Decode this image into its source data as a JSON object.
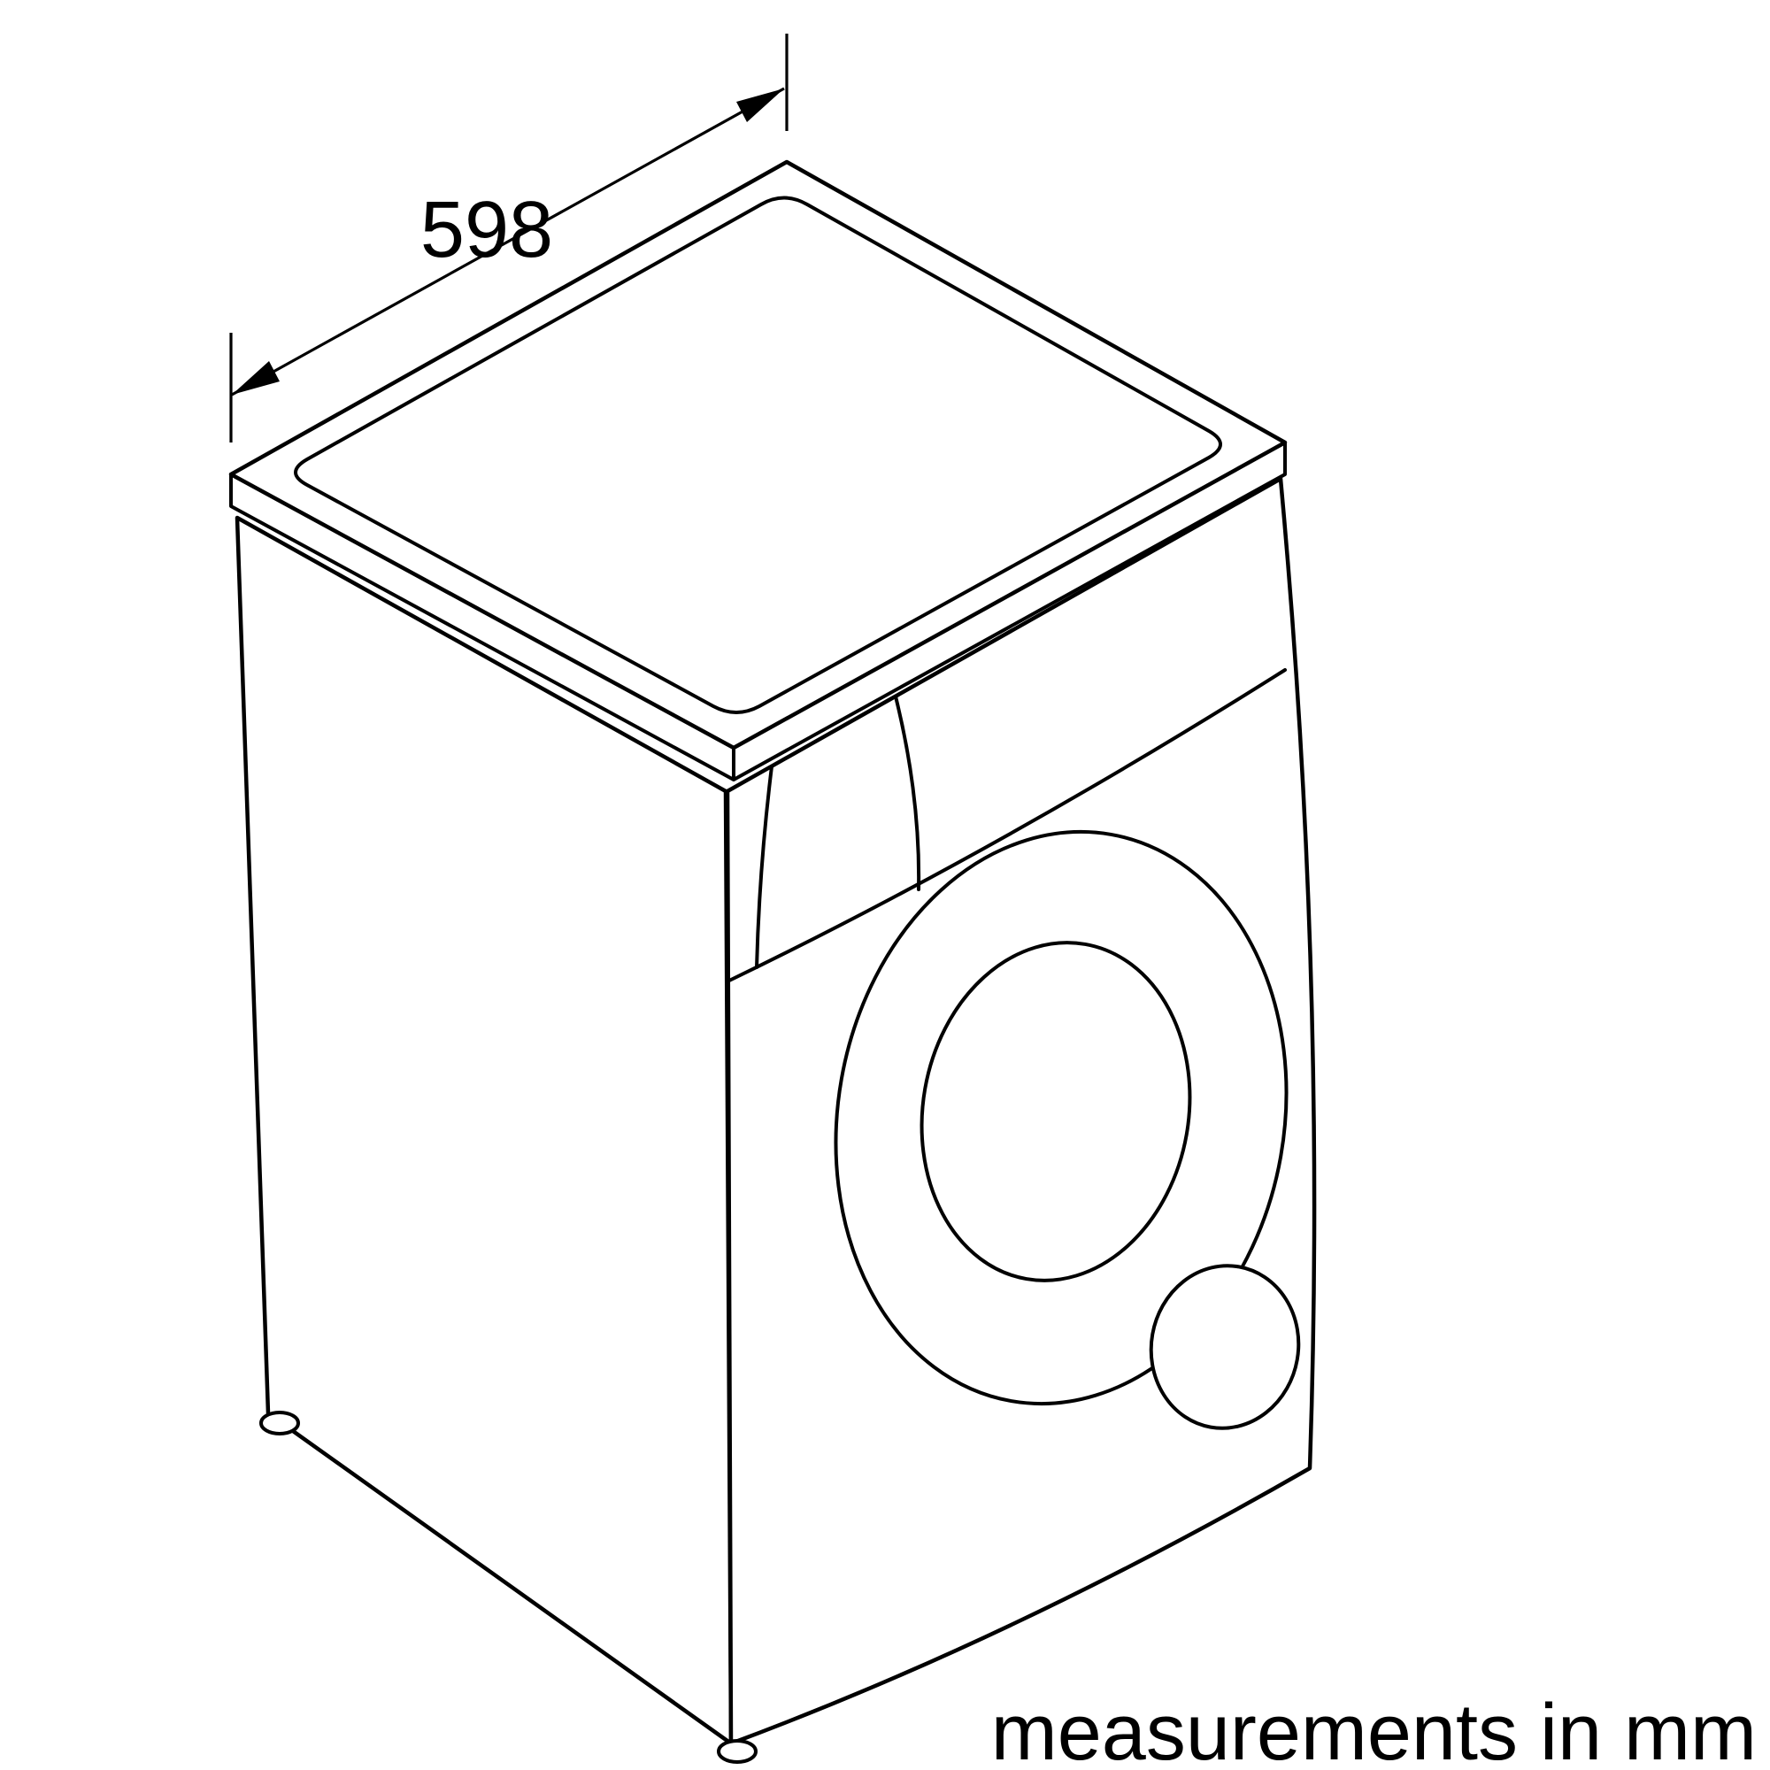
{
  "page": {
    "background_color": "#ffffff",
    "line_color": "#000000"
  },
  "dimension": {
    "label": "598",
    "value": 598,
    "unit": "mm"
  },
  "note": {
    "text": "measurements in mm"
  }
}
